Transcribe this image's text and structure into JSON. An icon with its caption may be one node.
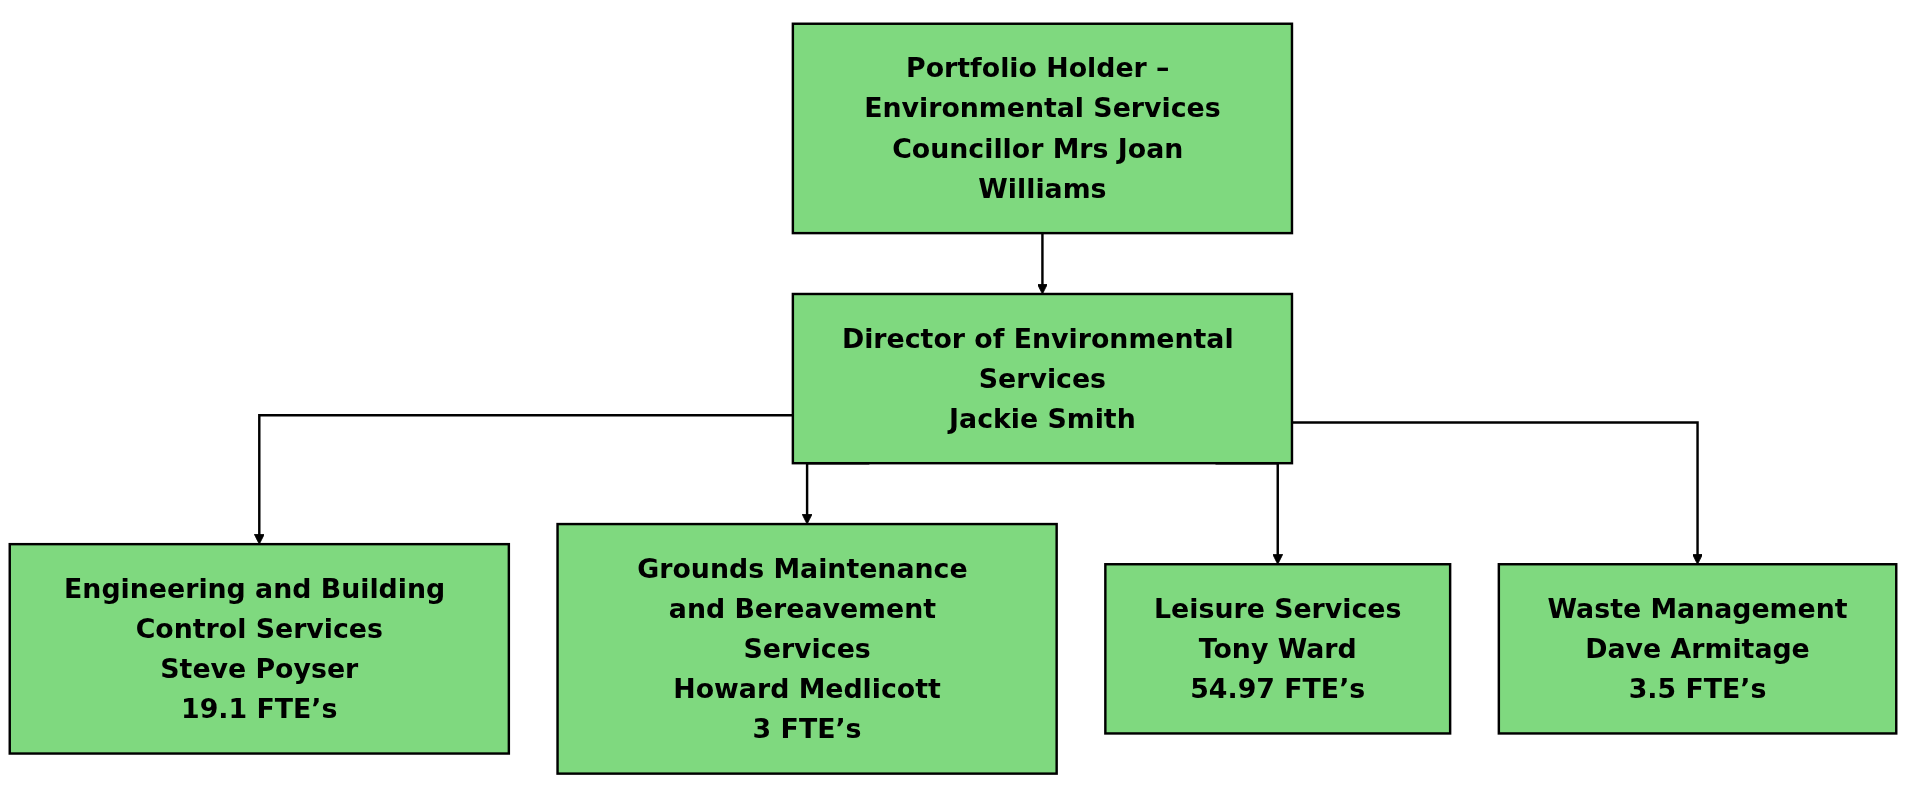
{
  "diagram": {
    "nodes": [
      {
        "text": [
          "Portfolio Holder – Environmental Services",
          "Councillor Mrs Joan Williams"
        ]
      },
      {
        "text": [
          "Director of Environmental Services",
          "Jackie Smith"
        ]
      },
      {
        "text": [
          "Engineering and Building Control Services",
          "Steve Poyser",
          "19.1 FTE’s"
        ]
      },
      {
        "text": [
          "Grounds Maintenance and Bereavement Services",
          "Howard Medlicott",
          "3 FTE’s"
        ]
      },
      {
        "text": [
          "Leisure Services",
          "Tony Ward",
          "54.97 FTE’s"
        ]
      },
      {
        "text": [
          "Waste Management",
          "Dave Armitage",
          "3.5 FTE’s"
        ]
      }
    ],
    "edges": [
      {
        "from": 0,
        "to": 1,
        "arrow": "to"
      },
      {
        "from": 1,
        "to": 2,
        "arrow": "to"
      },
      {
        "from": 1,
        "to": 3,
        "arrow": "to"
      },
      {
        "from": 1,
        "to": 4,
        "arrow": "to"
      },
      {
        "from": 1,
        "to": 5,
        "arrow": "to"
      }
    ]
  }
}
